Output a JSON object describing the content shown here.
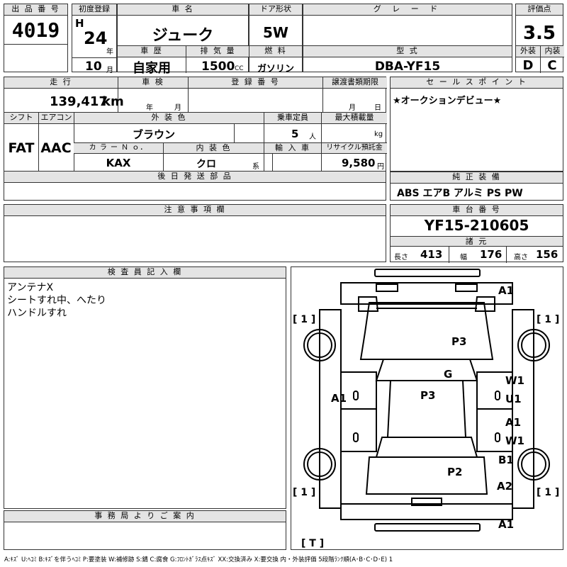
{
  "lot": {
    "label": "出 品 番 号",
    "value": "4019"
  },
  "first_reg": {
    "label": "初度登録",
    "era": "H",
    "year": "24",
    "year_unit": "年",
    "month": "10",
    "month_unit": "月"
  },
  "car_name": {
    "label": "車 名",
    "value": "ジューク"
  },
  "door": {
    "label": "ドア形状",
    "value": "5W"
  },
  "grade": {
    "label": "グ レ ー ド",
    "value": ""
  },
  "score": {
    "label": "評価点",
    "value": "3.5",
    "ext_label": "外装",
    "ext_value": "D",
    "int_label": "内装",
    "int_value": "C"
  },
  "history": {
    "label": "車 歴",
    "value": "自家用"
  },
  "displacement": {
    "label": "排 気 量",
    "value": "1500",
    "unit": "CC"
  },
  "fuel": {
    "label": "燃 料",
    "value": "ガソリン"
  },
  "model": {
    "label": "型 式",
    "value": "DBA-YF15"
  },
  "mileage": {
    "label": "走 行",
    "value": "139,417",
    "unit": "km"
  },
  "inspection": {
    "label": "車 検",
    "year_unit": "年",
    "month_unit": "月"
  },
  "reg_no": {
    "label": "登 録 番 号"
  },
  "transfer": {
    "label": "譲渡書類期限",
    "month_unit": "月",
    "day_unit": "日"
  },
  "sales_point": {
    "label": "セ ー ル ス ポ イ ン ト",
    "value": "★オークションデビュー★"
  },
  "shift": {
    "label": "シフト",
    "value": "FAT"
  },
  "aircon": {
    "label": "エアコン",
    "value": "AAC"
  },
  "ext_color": {
    "label": "外 装 色",
    "value": "ブラウン"
  },
  "capacity": {
    "label": "乗車定員",
    "value": "5",
    "unit": "人"
  },
  "max_load": {
    "label": "最大積載量",
    "unit": "kg"
  },
  "color_no": {
    "label": "カ ラ ー Ｎ ｏ．",
    "value": "KAX"
  },
  "int_color": {
    "label": "内 装 色",
    "value": "クロ",
    "unit": "系"
  },
  "import": {
    "label": "輸 入 車"
  },
  "recycle": {
    "label": "リサイクル預託金",
    "value": "9,580",
    "unit": "円"
  },
  "later_parts": {
    "label": "後 日 発 送 部 品"
  },
  "equipment": {
    "label": "純 正 装 備",
    "value": "ABS エアB アルミ PS PW"
  },
  "notes": {
    "label": "注 意 事 項 欄"
  },
  "chassis": {
    "label": "車 台 番 号",
    "value": "YF15-210605"
  },
  "specs": {
    "label": "諸 元",
    "length_label": "長さ",
    "length": "413",
    "width_label": "幅",
    "width": "176",
    "height_label": "高さ",
    "height": "156"
  },
  "inspector": {
    "label": "検 査 員 記 入 欄",
    "lines": [
      "アンテナX",
      "シートすれ中、へたり",
      "ハンドルすれ"
    ]
  },
  "office": {
    "label": "事 務 局 よ り ご 案 内"
  },
  "legend": "A:ｷｽﾞ U:ﾍｺﾐ B:ｷｽﾞを伴うﾍｺﾐ P:要塗装 W:補修跡 S:錆 C:腐食 G:ﾌﾛﾝﾄｶﾞﾗｽ点ｷｽﾞ XX:交換済み X:要交換 内・外装評価 5段階ﾗﾝｸ順(A･B･C･D･E) 1",
  "diagram": {
    "marks": {
      "front": "A1",
      "rear": "A1",
      "bonnet": "P3",
      "roof": "P3",
      "glass": "G",
      "left_door": "A1",
      "right_front_1": "W1",
      "right_front_2": "U1",
      "right_rear_1": "A1",
      "right_rear_2": "W1",
      "right_rear_fender": "B1",
      "trunk": "P2",
      "rear_corner": "A2"
    },
    "tires": {
      "fl": "[ 1 ]",
      "fr": "[ 1 ]",
      "rl": "[ 1 ]",
      "rr": "[ 1 ]",
      "spare": "[ T ]"
    }
  }
}
